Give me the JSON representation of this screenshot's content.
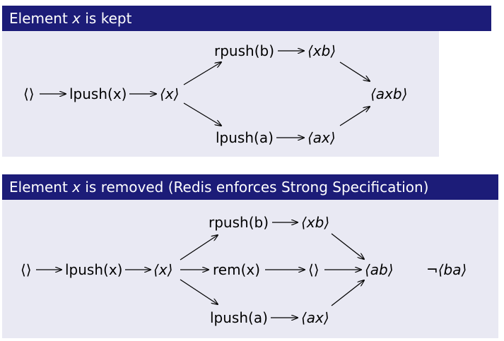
{
  "block1": {
    "header": {
      "prefix": "Element ",
      "var": "x",
      "suffix": " is kept"
    },
    "start": "⟨⟩",
    "lpush_x": "lpush(x)",
    "state_x": "⟨x⟩",
    "rpush_b": "rpush(b)",
    "state_xb": "⟨xb⟩",
    "lpush_a": "lpush(a)",
    "state_ax": "⟨ax⟩",
    "result": "⟨axb⟩"
  },
  "block2": {
    "header": {
      "prefix": "Element ",
      "var": "x",
      "suffix": " is removed (Redis enforces Strong Specification)"
    },
    "start": "⟨⟩",
    "lpush_x": "lpush(x)",
    "state_x": "⟨x⟩",
    "rpush_b": "rpush(b)",
    "state_xb": "⟨xb⟩",
    "rem_x": "rem(x)",
    "state_empty": "⟨⟩",
    "lpush_a": "lpush(a)",
    "state_ax": "⟨ax⟩",
    "result": "⟨ab⟩",
    "not_ba": "¬⟨ba⟩"
  }
}
